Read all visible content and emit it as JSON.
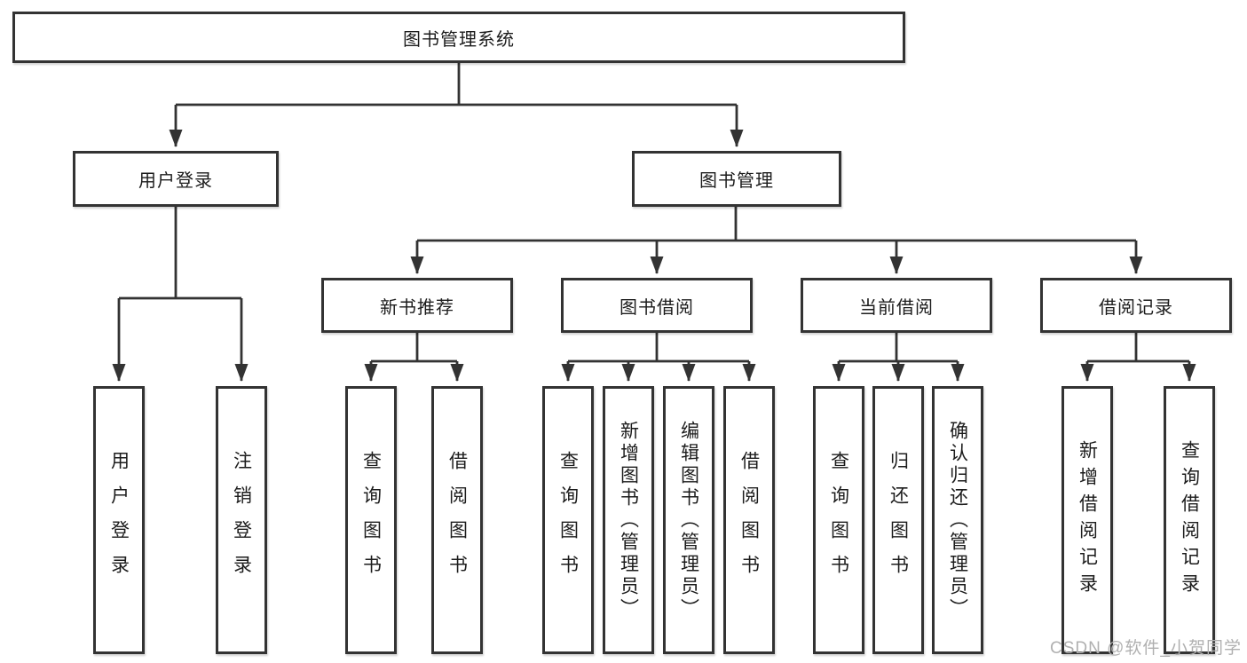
{
  "diagram": {
    "root": {
      "label": "图书管理系统"
    },
    "user_login": {
      "label": "用户登录",
      "children": {
        "login": "用户登录",
        "logout": "注销登录"
      }
    },
    "book_management": {
      "label": "图书管理",
      "sections": {
        "new_book_recommend": {
          "label": "新书推荐",
          "children": {
            "query_book": "查询图书",
            "borrow_book": "借阅图书"
          }
        },
        "book_borrow": {
          "label": "图书借阅",
          "children": {
            "query_book": "查询图书",
            "add_book": "新增图书（管理员）",
            "edit_book": "编辑图书（管理员）",
            "borrow_book": "借阅图书"
          }
        },
        "current_borrow": {
          "label": "当前借阅",
          "children": {
            "query_book": "查询图书",
            "return_book": "归还图书",
            "confirm_return": "确认归还（管理员）"
          }
        },
        "borrow_records": {
          "label": "借阅记录",
          "children": {
            "add_record": "新增借阅记录",
            "query_record": "查询借阅记录"
          }
        }
      }
    }
  },
  "watermark": "CSDN @软件_小贺同学",
  "colors": {
    "line": "#333333",
    "box_border": "#333333",
    "text": "#1c1c1c",
    "watermark": "#b0b0b0",
    "background": "#ffffff"
  }
}
